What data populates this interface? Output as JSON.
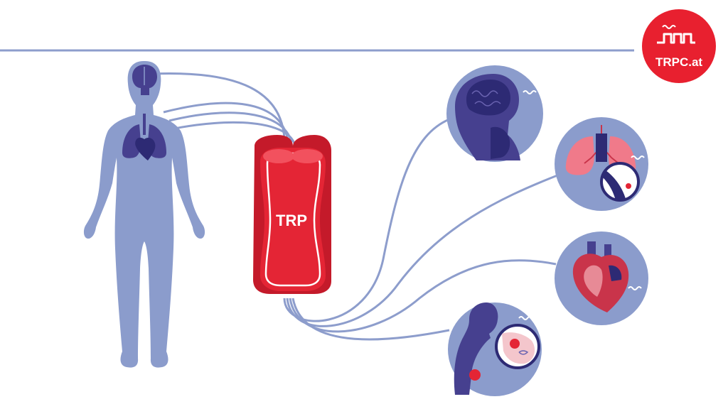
{
  "logo": {
    "text": "TRPC.at",
    "color": "#e8202f"
  },
  "channel": {
    "label": "TRP",
    "color": "#e42535"
  },
  "colors": {
    "body": "#8b9ccc",
    "organ": "#46408f",
    "line": "#8d9dcc",
    "circle_bg": "#8b9ccc",
    "lung_pink": "#f07a8a",
    "heart_red": "#c9344a"
  },
  "panels": [
    {
      "id": "brain",
      "icon": "brain-icon"
    },
    {
      "id": "lung",
      "icon": "lung-icon"
    },
    {
      "id": "heart",
      "icon": "heart-icon"
    },
    {
      "id": "breast",
      "icon": "breast-cancer-icon"
    }
  ]
}
